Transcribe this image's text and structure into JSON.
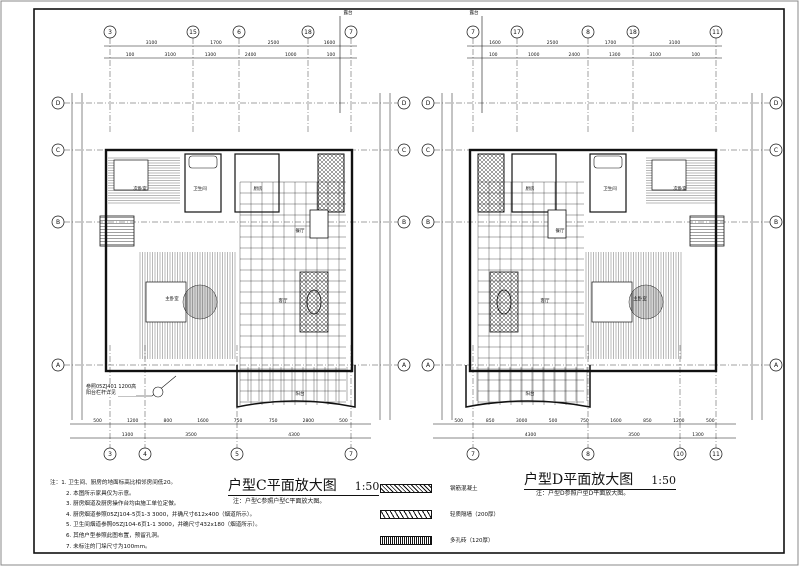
{
  "plan_c": {
    "title": "户型C平面放大图",
    "scale": "1:50",
    "subtitle": "注：户型C参照户型C平面放大图。",
    "axes_top": [
      "3",
      "15",
      "6",
      "18",
      "7"
    ],
    "axes_bottom": [
      "3",
      "4",
      "5",
      "7"
    ],
    "rows": [
      "D",
      "C",
      "B",
      "A"
    ],
    "dims_top_1": [
      "3100",
      "1700",
      "2500",
      "1600"
    ],
    "dims_top_2": [
      "100",
      "3100",
      "1300",
      "2400",
      "1000",
      "100"
    ],
    "dims_bottom_1": [
      "500",
      "1200",
      "800",
      "1600",
      "750",
      "750",
      "2800",
      "500"
    ],
    "dims_bottom_2": [
      "1300",
      "3500",
      "4300"
    ],
    "rooms": [
      "卫生间",
      "厨房",
      "餐厅",
      "客厅",
      "主卧室",
      "次卧室",
      "阳台"
    ],
    "north_mark": "露台"
  },
  "plan_d": {
    "title": "户型D平面放大图",
    "scale": "1:50",
    "subtitle": "注：户型D参照户型D平面放大图。",
    "axes_top": [
      "7",
      "17",
      "8",
      "18",
      "11"
    ],
    "axes_bottom": [
      "7",
      "8",
      "10",
      "11"
    ],
    "rows": [
      "D",
      "C",
      "B",
      "A"
    ],
    "dims_top_1": [
      "1600",
      "2500",
      "1700",
      "3100"
    ],
    "dims_top_2": [
      "100",
      "1000",
      "2400",
      "1300",
      "3100",
      "100"
    ],
    "dims_bottom_1": [
      "500",
      "850",
      "3000",
      "500",
      "750",
      "1600",
      "850",
      "1200",
      "500"
    ],
    "dims_bottom_2": [
      "4300",
      "3500",
      "1300"
    ],
    "rooms": [
      "卫生间",
      "厨房",
      "餐厅",
      "客厅",
      "主卧室",
      "次卧室",
      "阳台"
    ],
    "north_mark": "露台"
  },
  "notes": [
    "注：1. 卫生间、厨房的地面标高比相邻房间低20。",
    "2. 本图所示家具仅为示意。",
    "3. 厨房烟道及厨房操作台均由施工单位定做。",
    "4. 厨房烟道参照05ZJ104-5页1-3  3000，并确尺寸612x400（烟道所示）。",
    "5. 卫生间烟道参照05ZJ104-6页1-1  3000，并确尺寸432x180（烟道所示）。",
    "6. 其他户型参照此图布置，预留孔洞。",
    "7. 未标注的门垛尺寸为100mm。"
  ],
  "legend": [
    {
      "label": "钢筋混凝土"
    },
    {
      "label": "轻质隔墙（200厚）"
    },
    {
      "label": "多孔砖（120厚）"
    }
  ],
  "callouts": [
    "参照05ZJ401 1200高",
    "阳台栏杆详见"
  ]
}
